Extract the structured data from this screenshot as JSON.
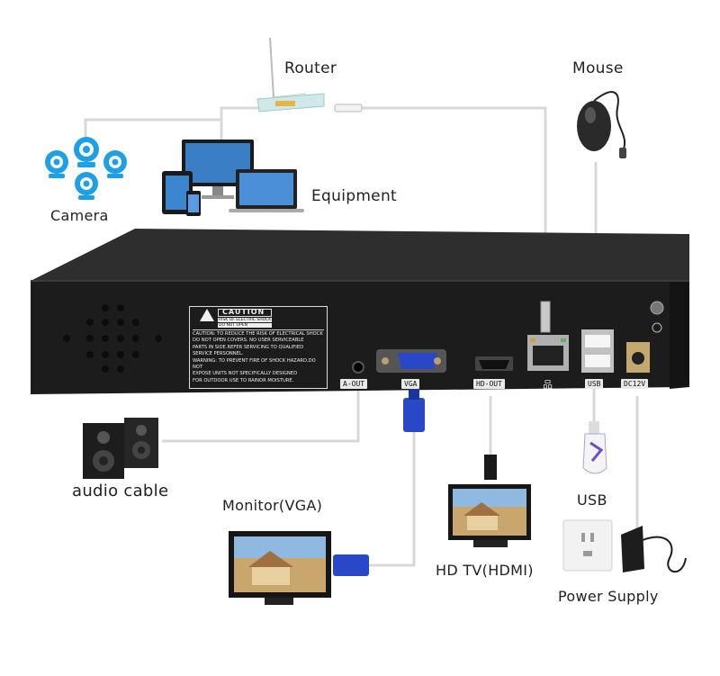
{
  "labels": {
    "router": "Router",
    "mouse": "Mouse",
    "equipment": "Equipment",
    "camera": "Camera",
    "audio_cable": "audio cable",
    "monitor_vga": "Monitor(VGA)",
    "hd_tv": "HD TV(HDMI)",
    "usb": "USB",
    "power_supply": "Power Supply"
  },
  "ports": {
    "a_out": "A-OUT",
    "vga": "VGA",
    "hd_out": "HD-OUT",
    "usb": "USB",
    "dc12v": "DC12V",
    "network": "品"
  },
  "caution": {
    "title": "CAUTION",
    "sub1": "RISK OF ELECTRIC SHOCK",
    "sub2": "DO NOT OPEN",
    "line1": "CAUTION: TO REDUCE THE RISK OF ELECTRICAL SHOCK",
    "line2": "DO NOT OPEN COVERS. NO USER SERVICEABLE",
    "line3": "PARTS IN SIDE.REFER SERVICING TO QUALIFIED",
    "line4": "SERVICE PERSONNEL.",
    "line5": "WARNING: TO PREVENT FIRE OF SHOCK HAZARD,DO NOT",
    "line6": "EXPOSE UNITS NOT SPECIFICALLY DESIGNED",
    "line7": "FOR OUTDOOR USE TO RAINOR MOISTURE."
  },
  "colors": {
    "device_body": "#1c1c1c",
    "device_top": "#2e2e2e",
    "camera_blue": "#1ea0e6",
    "cable": "#d8d8d8",
    "vga_blue": "#2848c8"
  }
}
